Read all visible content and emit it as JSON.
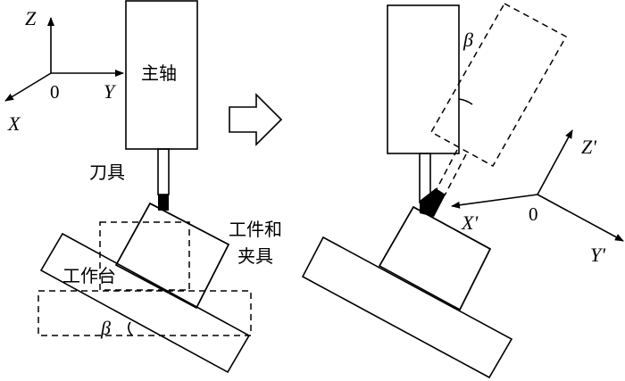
{
  "diagram": {
    "arrow_meaning": "transformation",
    "left_panel": {
      "axes": {
        "z_label": "Z",
        "y_label": "Y",
        "x_label": "X",
        "origin_label": "0"
      },
      "spindle_label": "主轴",
      "tool_label": "刀具",
      "workpiece_label_line1": "工件和",
      "workpiece_label_line2": "夹具",
      "table_label": "工作台",
      "angle_label": "β"
    },
    "right_panel": {
      "axes": {
        "z_label": "Z'",
        "y_label": "Y'",
        "x_label": "X'",
        "origin_label": "0"
      },
      "angle_label": "β"
    }
  }
}
